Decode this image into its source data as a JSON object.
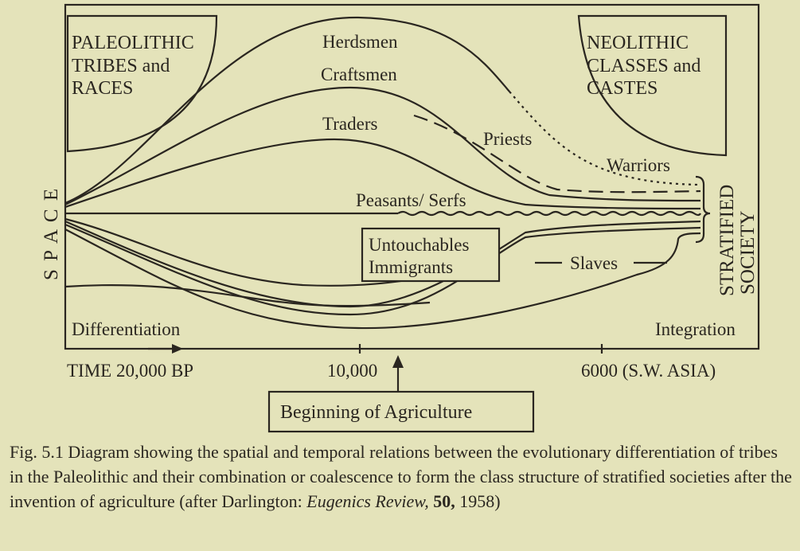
{
  "diagram": {
    "axis_vertical_label": "S P A C E",
    "axis_time_label": "TIME 20,000 BP",
    "axis_tick_10000": "10,000",
    "axis_tick_6000": "6000 (S.W. ASIA)",
    "corner_left_lines": [
      "PALEOLITHIC",
      "TRIBES and",
      "RACES"
    ],
    "corner_right_lines": [
      "NEOLITHIC",
      "CLASSES and",
      "CASTES"
    ],
    "groups": {
      "herdsmen": "Herdsmen",
      "craftsmen": "Craftsmen",
      "traders": "Traders",
      "priests": "Priests",
      "warriors": "Warriors",
      "peasants": "Peasants/ Serfs",
      "untouchables": "Untouchables",
      "immigrants": "Immigrants",
      "slaves": "Slaves"
    },
    "stratified_lines": [
      "STRATIFIED",
      "SOCIETY"
    ],
    "differentiation": "Differentiation",
    "integration": "Integration",
    "agriculture_box": "Beginning of Agriculture"
  },
  "caption": {
    "text": "Fig. 5.1 Diagram showing the spatial and temporal relations between the evolutionary differentiation of tribes in the Paleolithic and their combination or coalescence to form the class structure of stratified societies after the invention of agriculture (after Darlington:",
    "journal": "Eugenics Review,",
    "volume": "50,",
    "year": "1958)"
  }
}
